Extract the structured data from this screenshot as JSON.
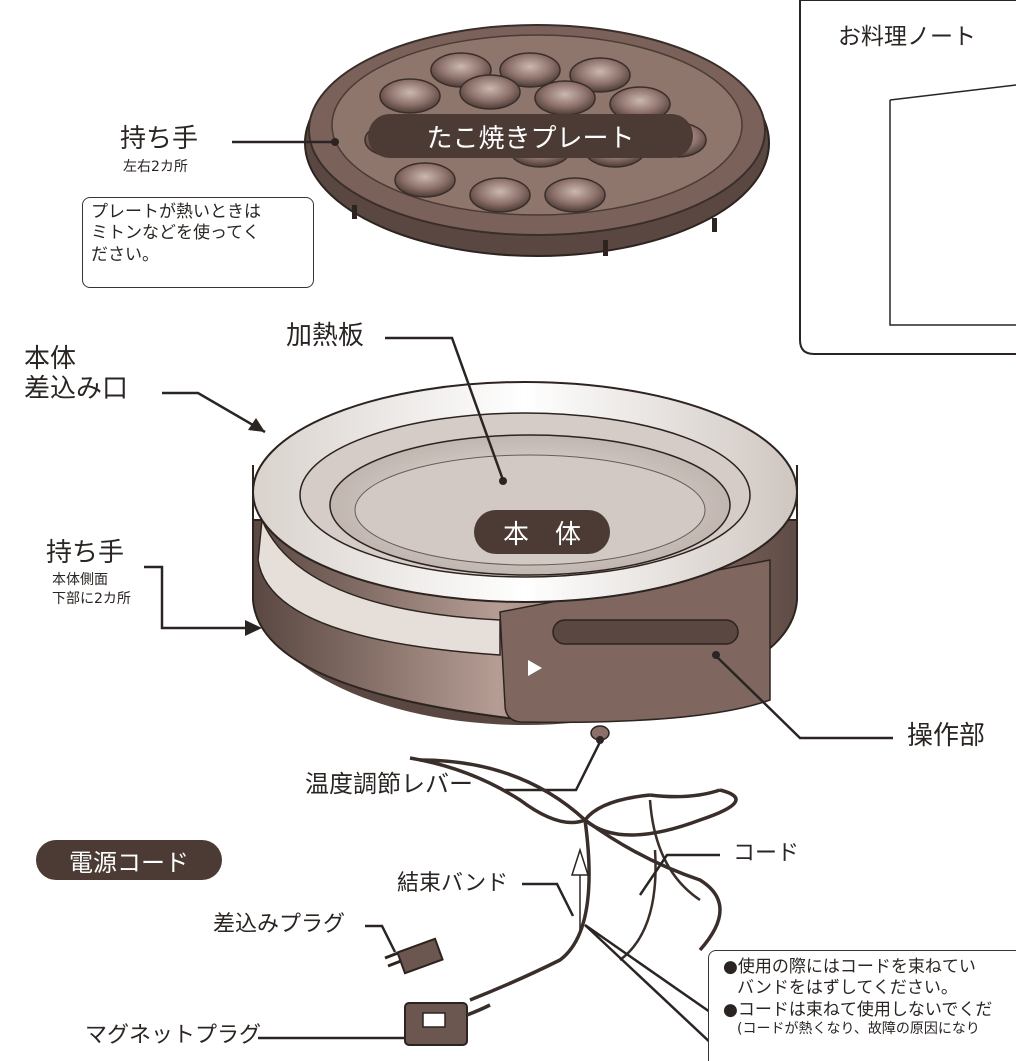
{
  "plate": {
    "title": "たこ焼きプレート",
    "handle_label": "持ち手",
    "handle_sub": "左右2カ所",
    "note_line1": "プレートが熱いときは",
    "note_line2": "ミトンなどを使ってく",
    "note_line3": "ださい。"
  },
  "notebook": {
    "title": "お料理ノート"
  },
  "body": {
    "title": "本　体",
    "inlet_label_1": "本体",
    "inlet_label_2": "差込み口",
    "heater_label": "加熱板",
    "handle_label": "持ち手",
    "handle_sub_1": "本体側面",
    "handle_sub_2": "下部に2カ所",
    "control_label": "操作部",
    "lever_label": "温度調節レバー"
  },
  "cord": {
    "title": "電源コード",
    "band_label": "結束バンド",
    "cord_label": "コード",
    "plug_label": "差込みプラグ",
    "magnet_label": "マグネットプラグ",
    "note_1a": "●使用の際にはコードを束ねてい",
    "note_1b": "バンドをはずしてください。",
    "note_2a": "●コードは束ねて使用しないでくだ",
    "note_2b": "(コードが熱くなり、故障の原因になり"
  },
  "colors": {
    "dark": "#4b3b34",
    "plate_fill": "#7a625a",
    "body_fill": "#8a7068",
    "rim": "#f3efeb"
  }
}
